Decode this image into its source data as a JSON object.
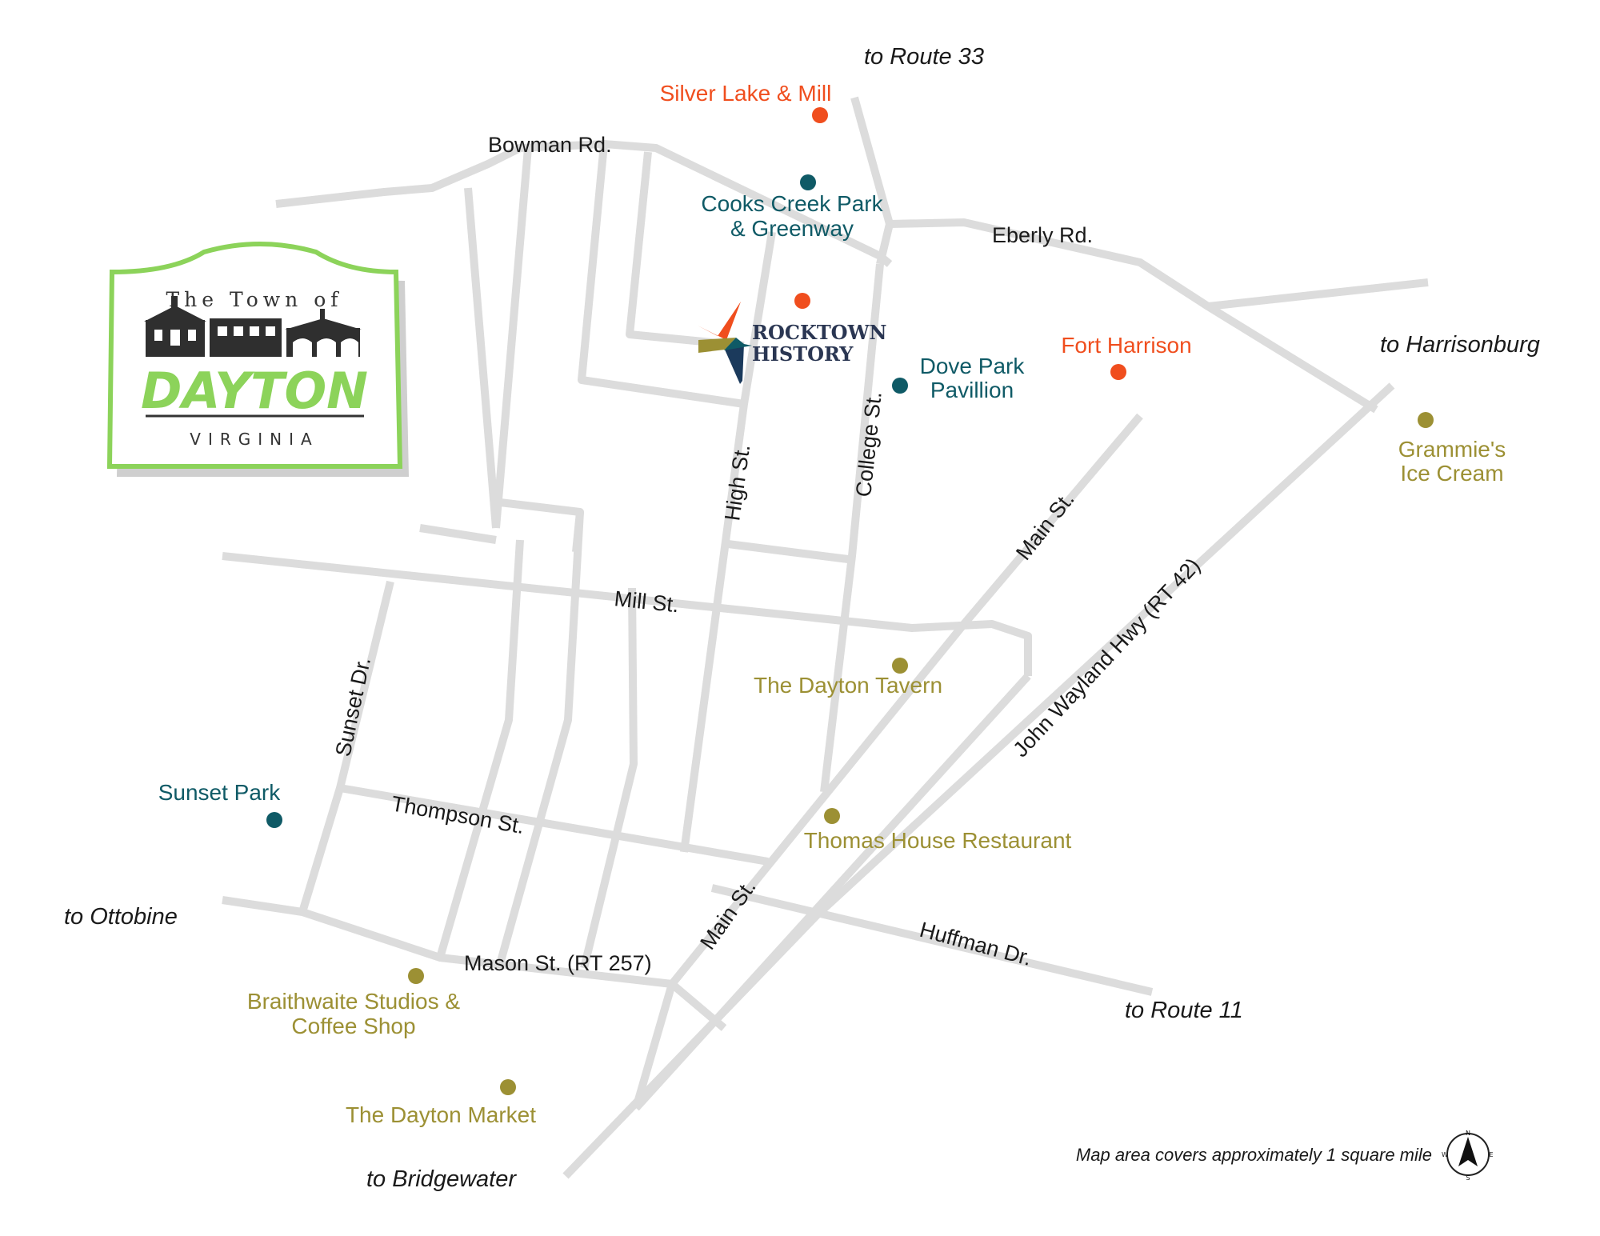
{
  "logo": {
    "top_text": "The Town of",
    "name": "DAYTON",
    "state": "VIRGINIA"
  },
  "brand": {
    "line1": "ROCKTOWN",
    "line2": "HISTORY"
  },
  "streets": {
    "bowman": "Bowman Rd.",
    "eberly": "Eberly Rd.",
    "high": "High St.",
    "college": "College St.",
    "main_north": "Main St.",
    "main_south": "Main St.",
    "mill": "Mill St.",
    "sunset_dr": "Sunset Dr.",
    "thompson": "Thompson St.",
    "mason": "Mason St. (RT 257)",
    "huffman": "Huffman Dr.",
    "john_wayland": "John Wayland Hwy (RT 42)"
  },
  "destinations": {
    "route33": "to Route 33",
    "harrisonburg": "to Harrisonburg",
    "ottobine": "to Ottobine",
    "route11": "to Route 11",
    "bridgewater": "to Bridgewater"
  },
  "poi": {
    "silver_lake": "Silver Lake & Mill",
    "cooks_creek_1": "Cooks Creek Park",
    "cooks_creek_2": "& Greenway",
    "dove_park_1": "Dove Park",
    "dove_park_2": "Pavillion",
    "fort_harrison": "Fort Harrison",
    "grammies_1": "Grammie's",
    "grammies_2": "Ice Cream",
    "dayton_tavern": "The Dayton Tavern",
    "thomas_house": "Thomas House Restaurant",
    "sunset_park": "Sunset Park",
    "braithwaite_1": "Braithwaite Studios &",
    "braithwaite_2": "Coffee Shop",
    "dayton_market": "The Dayton Market"
  },
  "footer": {
    "scale_note": "Map area covers approximately 1 square mile",
    "compass_n": "N",
    "compass_s": "S",
    "compass_e": "E",
    "compass_w": "W"
  },
  "colors": {
    "history": "#f04e1e",
    "parks": "#0f5a66",
    "food_shops": "#9c9034",
    "roads": "#dcdcdc",
    "logo_green": "#8cd35a"
  }
}
